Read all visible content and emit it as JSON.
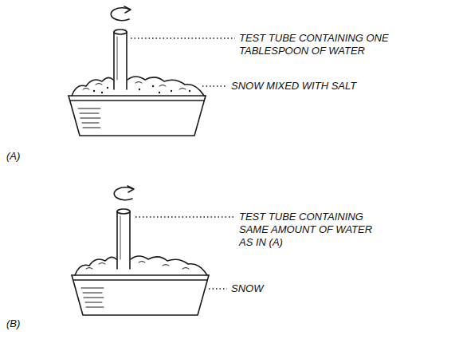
{
  "diagram": {
    "labels": [
      "TEST TUBE CONTAINING ONE TABLESPOON OF WATER",
      "SNOW MIXED WITH SALT",
      "(A)",
      "TEST TUBE CONTAINING SAME AMOUNT OF WATER AS IN (A)",
      "SNOW",
      "(B)"
    ]
  }
}
